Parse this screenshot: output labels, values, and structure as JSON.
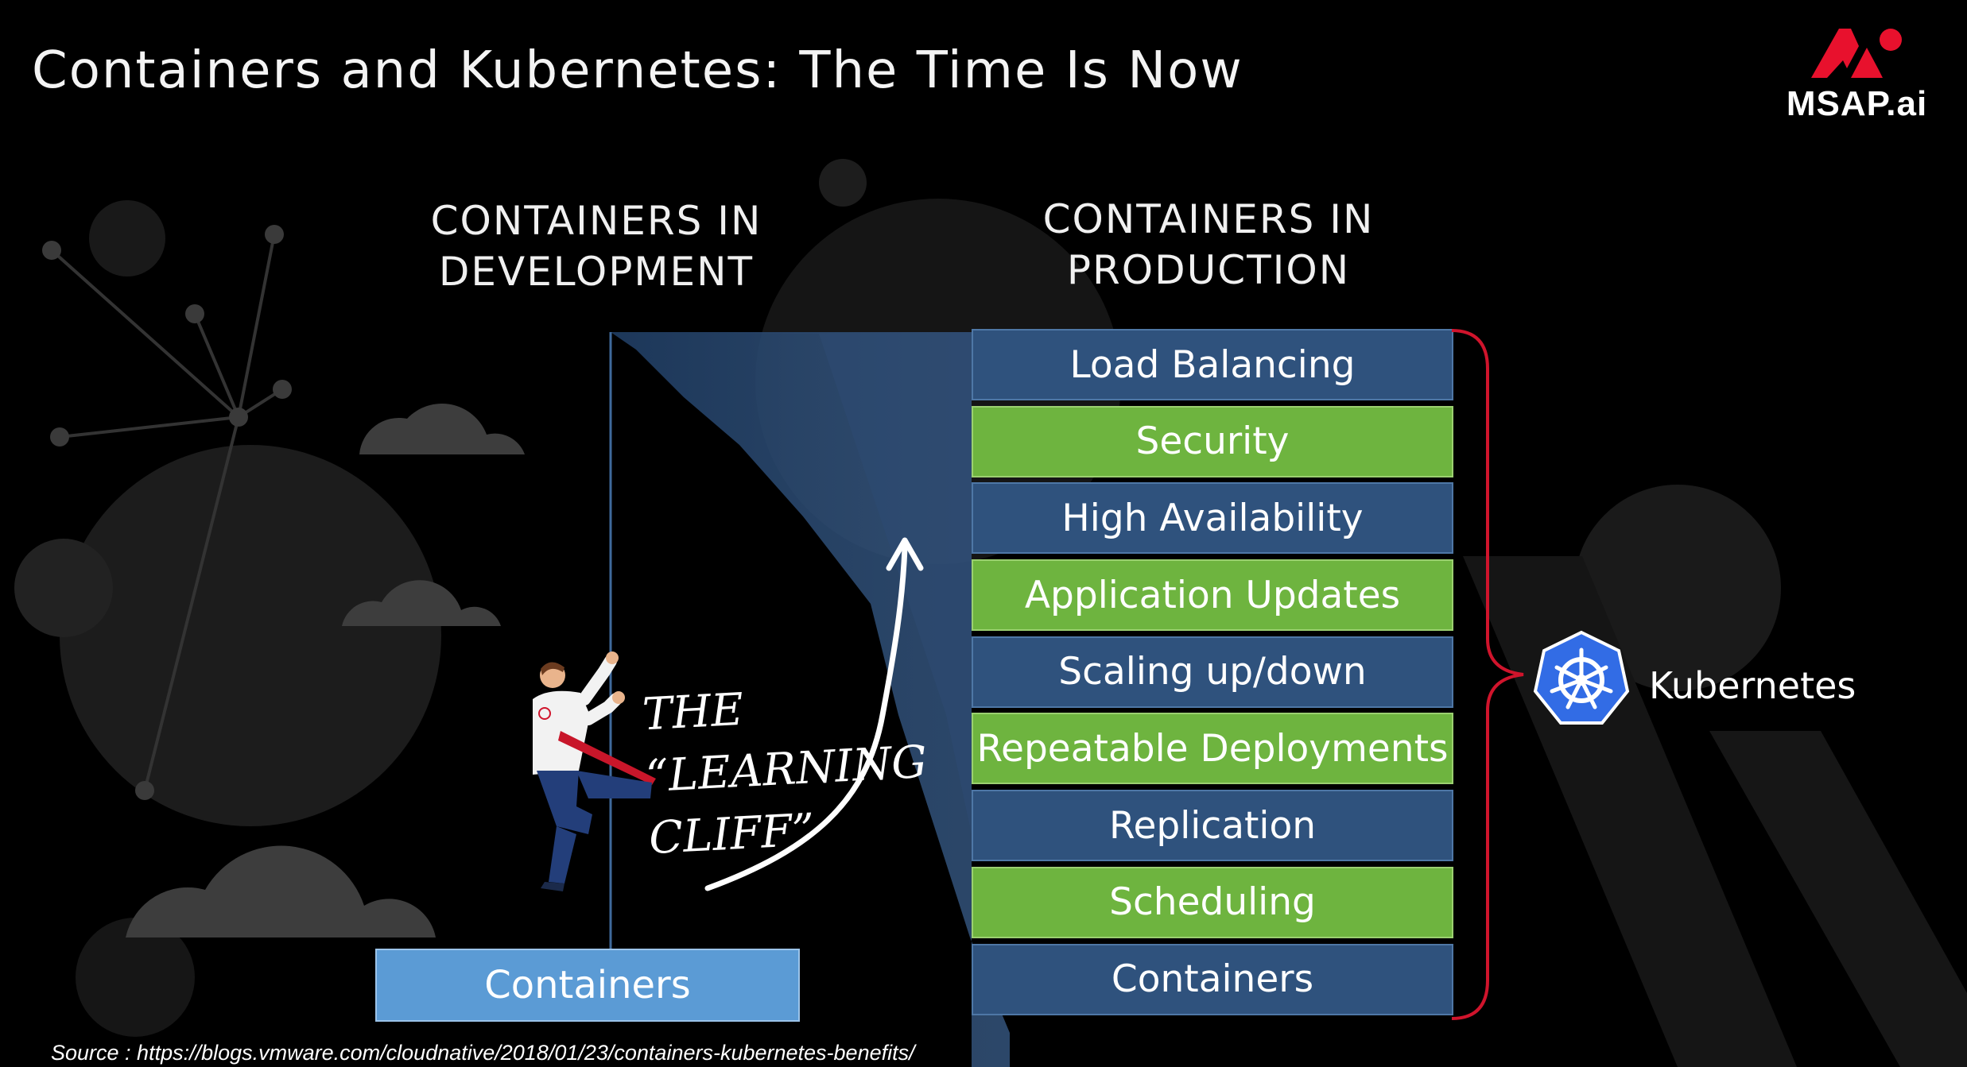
{
  "slide": {
    "title": "Containers and Kubernetes: The Time Is Now",
    "logo_text": "MSAP.ai",
    "brand_color": "#e8112d",
    "background_color": "#000000"
  },
  "development": {
    "heading": "CONTAINERS IN\nDEVELOPMENT",
    "box_label": "Containers",
    "box_color": "#5b9bd5"
  },
  "cliff": {
    "text": "THE\n“LEARNING\nCLIFF”"
  },
  "production": {
    "heading": "CONTAINERS IN\nPRODUCTION",
    "layers": [
      {
        "label": "Load Balancing",
        "color": "blue"
      },
      {
        "label": "Security",
        "color": "green"
      },
      {
        "label": "High Availability",
        "color": "blue"
      },
      {
        "label": "Application Updates",
        "color": "green"
      },
      {
        "label": "Scaling up/down",
        "color": "blue"
      },
      {
        "label": "Repeatable Deployments",
        "color": "green"
      },
      {
        "label": "Replication",
        "color": "blue"
      },
      {
        "label": "Scheduling",
        "color": "green"
      },
      {
        "label": "Containers",
        "color": "blue"
      }
    ],
    "blue_color": "#2f527d",
    "green_color": "#6eb43f"
  },
  "kubernetes": {
    "label": "Kubernetes",
    "icon": "kubernetes-helm-icon",
    "brace_color": "#d0142c",
    "icon_color": "#326ce5"
  },
  "footer": {
    "source": "Source : https://blogs.vmware.com/cloudnative/2018/01/23/containers-kubernetes-benefits/"
  }
}
